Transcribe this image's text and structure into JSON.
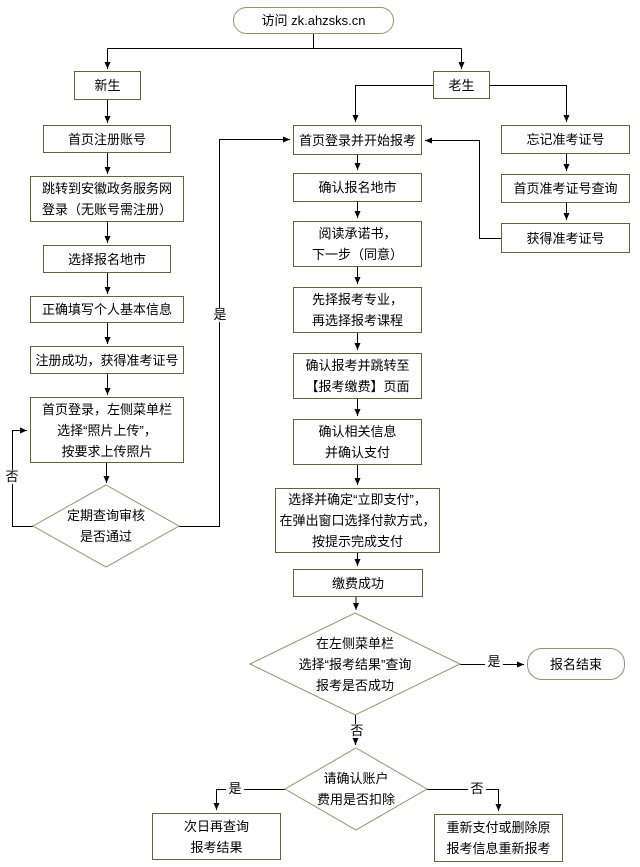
{
  "diagram_type": "flowchart",
  "colors": {
    "box_border": "#6b6136",
    "decision_border": "#9c8e66",
    "terminal_border": "#9c8e66",
    "line": "#000000",
    "text": "#000000",
    "background": "#ffffff"
  },
  "nodes": {
    "start": {
      "label": "访问 zk.ahzsks.cn",
      "shape": "terminal"
    },
    "new_student": {
      "label": "新生",
      "shape": "process"
    },
    "old_student": {
      "label": "老生",
      "shape": "process"
    },
    "register_account": {
      "label": "首页注册账号",
      "shape": "process"
    },
    "gov_login": {
      "label": "跳转到安徽政务服务网\n登录（无账号需注册）",
      "shape": "process"
    },
    "select_city": {
      "label": "选择报名地市",
      "shape": "process"
    },
    "fill_info": {
      "label": "正确填写个人基本信息",
      "shape": "process"
    },
    "register_success": {
      "label": "注册成功，获得准考证号",
      "shape": "process"
    },
    "upload_photo": {
      "label": "首页登录，左侧菜单栏\n选择“照片上传”，\n按要求上传照片",
      "shape": "process"
    },
    "review_check": {
      "label": "定期查询审核\n是否通过",
      "shape": "decision"
    },
    "login_start": {
      "label": "首页登录并开始报考",
      "shape": "process"
    },
    "confirm_city": {
      "label": "确认报名地市",
      "shape": "process"
    },
    "read_commitment": {
      "label": "阅读承诺书，\n下一步（同意）",
      "shape": "process"
    },
    "choose_major": {
      "label": "先择报考专业，\n再选择报考课程",
      "shape": "process"
    },
    "confirm_jump_pay": {
      "label": "确认报考并跳转至\n【报考缴费】页面",
      "shape": "process"
    },
    "confirm_info_pay": {
      "label": "确认相关信息\n并确认支付",
      "shape": "process"
    },
    "pay_now": {
      "label": "选择并确定“立即支付”，\n在弹出窗口选择付款方式，\n按提示完成支付",
      "shape": "process"
    },
    "pay_success": {
      "label": "缴费成功",
      "shape": "process"
    },
    "result_check": {
      "label": "在左侧菜单栏\n选择“报考结果”查询\n报考是否成功",
      "shape": "decision"
    },
    "end": {
      "label": "报名结束",
      "shape": "terminal"
    },
    "fee_check": {
      "label": "请确认账户\n费用是否扣除",
      "shape": "decision"
    },
    "query_next_day": {
      "label": "次日再查询\n报考结果",
      "shape": "process"
    },
    "repay_or_delete": {
      "label": "重新支付或删除原\n报考信息重新报考",
      "shape": "process"
    },
    "forgot_number": {
      "label": "忘记准考证号",
      "shape": "process"
    },
    "query_number": {
      "label": "首页准考证号查询",
      "shape": "process"
    },
    "got_number": {
      "label": "获得准考证号",
      "shape": "process"
    }
  },
  "edge_labels": {
    "yes": "是",
    "no": "否"
  }
}
